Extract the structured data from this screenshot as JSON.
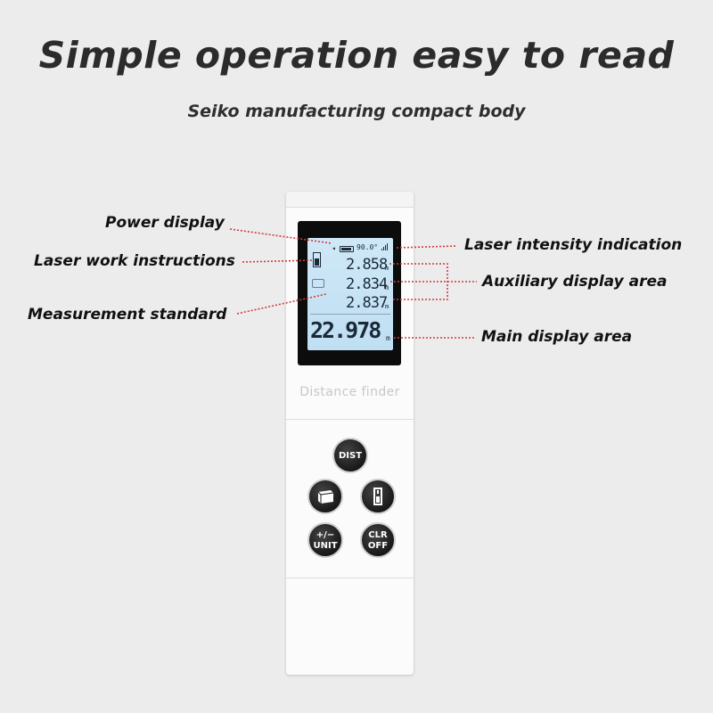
{
  "header": {
    "title": "Simple operation easy to read",
    "subtitle": "Seiko manufacturing compact body"
  },
  "callouts": {
    "power_display": "Power display",
    "laser_work": "Laser work instructions",
    "measurement_standard": "Measurement standard",
    "laser_intensity": "Laser intensity indication",
    "auxiliary_area": "Auxiliary display area",
    "main_area": "Main display area"
  },
  "device": {
    "brand": "Distance finder",
    "screen": {
      "angle": "90.0°",
      "line1": "2.858",
      "line2": "2.834",
      "line3": "2.837",
      "main": "22.978",
      "unit_small": "m",
      "unit_main": "m"
    },
    "buttons": {
      "dist": "DIST",
      "area_icon": "area-icon",
      "reference_icon": "reference-icon",
      "plus_minus_top": "+/−",
      "plus_minus_bottom": "UNIT",
      "clr_top": "CLR",
      "clr_bottom": "OFF"
    }
  },
  "colors": {
    "background": "#ececec",
    "leader_line": "#d23b3b",
    "lcd": "#c8e4f5",
    "button": "#1c1c1c"
  }
}
